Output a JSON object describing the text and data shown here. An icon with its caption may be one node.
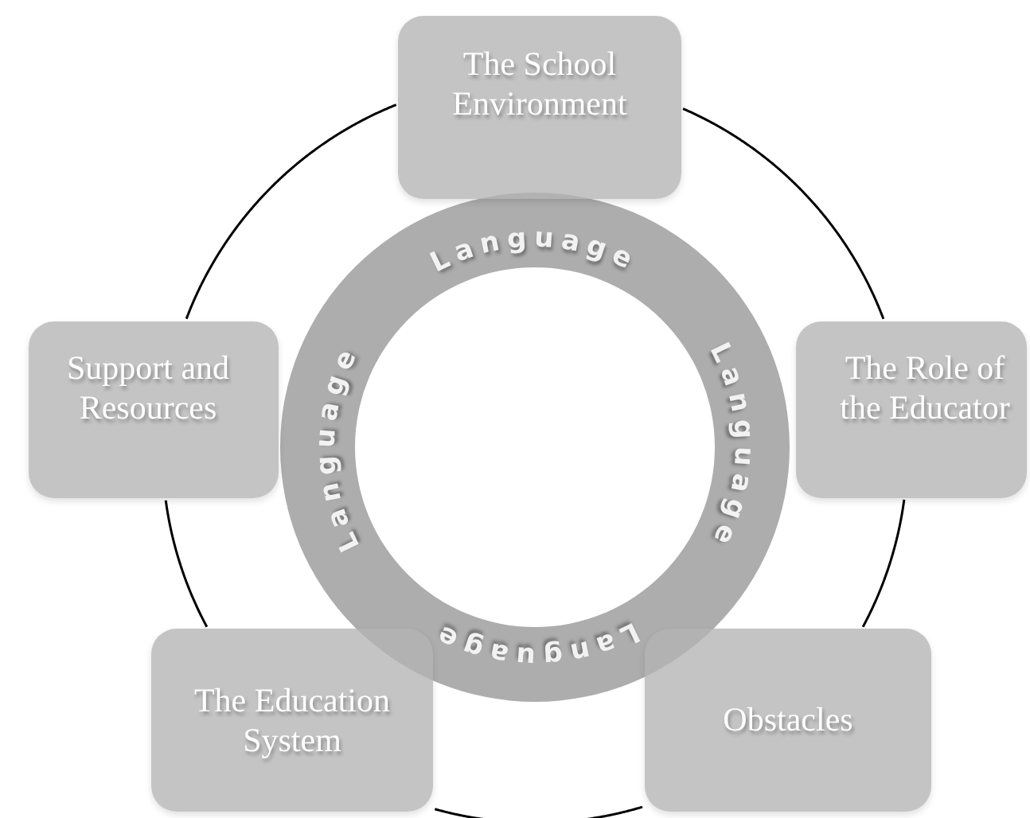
{
  "diagram": {
    "nodes": [
      {
        "text": [
          "The School Environment"
        ]
      },
      {
        "text": [
          "Support and Resources"
        ]
      },
      {
        "text": [
          "The Role of the Educator"
        ]
      },
      {
        "text": [
          "The Education System"
        ]
      },
      {
        "text": [
          "Obstacles"
        ]
      },
      {
        "text": [
          "Language",
          "Language",
          "Language",
          "Language"
        ]
      }
    ],
    "edges": [
      {
        "from": 0,
        "to": 2,
        "arrow": "none"
      },
      {
        "from": 2,
        "to": 4,
        "arrow": "none"
      },
      {
        "from": 4,
        "to": 3,
        "arrow": "none"
      },
      {
        "from": 3,
        "to": 1,
        "arrow": "none"
      },
      {
        "from": 1,
        "to": 0,
        "arrow": "none"
      }
    ]
  }
}
